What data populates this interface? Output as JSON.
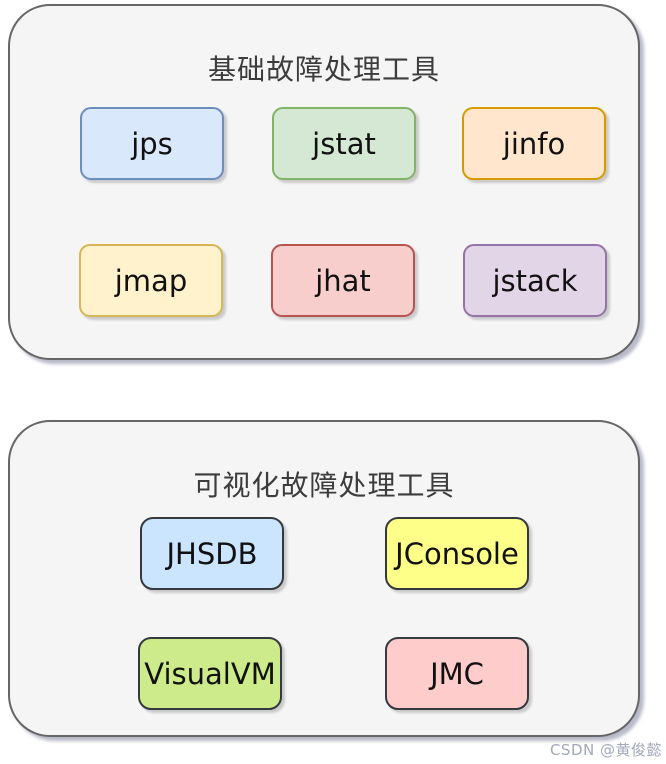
{
  "groups": [
    {
      "title": "基础故障处理工具",
      "tools": [
        {
          "label": "jps",
          "fill": "#dae8fc",
          "border": "#6c8ebf"
        },
        {
          "label": "jstat",
          "fill": "#d5e8d4",
          "border": "#82b366"
        },
        {
          "label": "jinfo",
          "fill": "#ffe6cc",
          "border": "#d79b00"
        },
        {
          "label": "jmap",
          "fill": "#fff2cc",
          "border": "#d6b656"
        },
        {
          "label": "jhat",
          "fill": "#f8cecc",
          "border": "#b85450"
        },
        {
          "label": "jstack",
          "fill": "#e1d5e7",
          "border": "#9673a6"
        }
      ]
    },
    {
      "title": "可视化故障处理工具",
      "tools": [
        {
          "label": "JHSDB",
          "fill": "#cce5ff",
          "border": "#36393d"
        },
        {
          "label": "JConsole",
          "fill": "#feff88",
          "border": "#36393d"
        },
        {
          "label": "VisualVM",
          "fill": "#cdeb8b",
          "border": "#36393d"
        },
        {
          "label": "JMC",
          "fill": "#ffcccc",
          "border": "#36393d"
        }
      ]
    }
  ],
  "watermark": "CSDN @黄俊懿"
}
